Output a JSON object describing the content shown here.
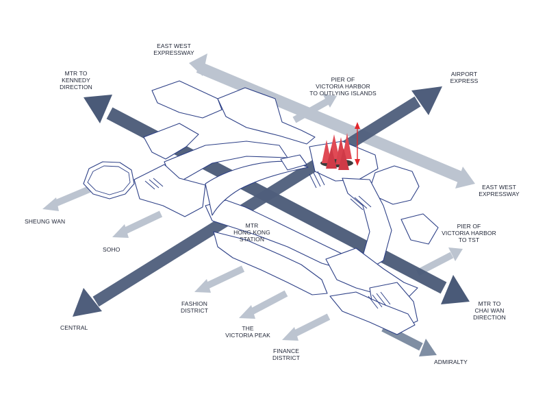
{
  "colors": {
    "dark_arrow": "#4a5a78",
    "mid_arrow": "#7f8ea3",
    "light_arrow": "#bcc4d0",
    "plan_ink": "#2c3f86",
    "tree_red": "#e04a55",
    "marker_red": "#e2262b"
  },
  "labels": {
    "east_west_expressway_top": "EAST WEST\nEXPRESSWAY",
    "mtr_kennedy": "MTR TO\nKENNEDY\nDIRECTION",
    "pier_outlying": "PIER OF\nVICTORIA HARBOR\nTO OUTLYING ISLANDS",
    "airport_express": "AIRPORT\nEXPRESS",
    "east_west_expressway_right": "EAST WEST\nEXPRESSWAY",
    "sheung_wan": "SHEUNG WAN",
    "soho": "SOHO",
    "mtr_station": "MTR\nHONG KONG\nSTATION",
    "pier_tst": "PIER OF\nVICTORIA HARBOR\nTO TST",
    "fashion_district": "FASHION\nDISTRICT",
    "victoria_peak": "THE\nVICTORIA PEAK",
    "finance_district": "FINANCE\nDISTRICT",
    "central": "CENTRAL",
    "mtr_chai_wan": "MTR TO\nCHAI WAN\nDIRECTION",
    "admiralty": "ADMIRALTY"
  }
}
